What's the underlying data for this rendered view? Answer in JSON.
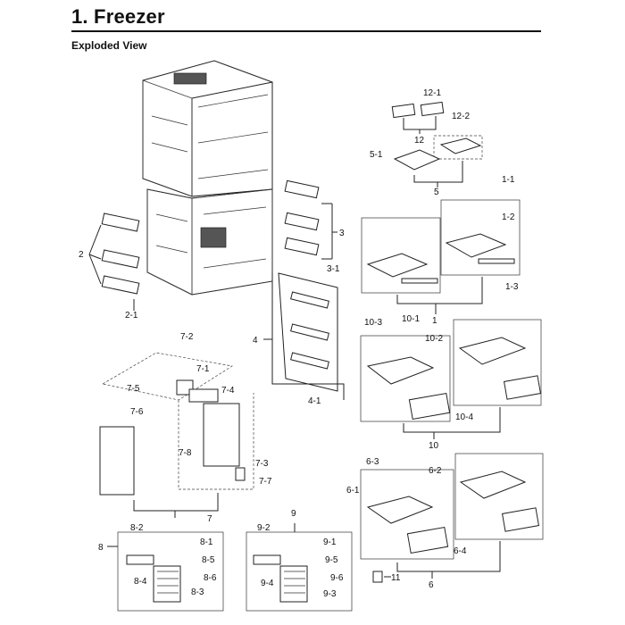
{
  "header": {
    "title": "1. Freezer",
    "subtitle": "Exploded View"
  },
  "callouts": {
    "c1": "1",
    "c1_1": "1-1",
    "c1_2": "1-2",
    "c1_3": "1-3",
    "c2": "2",
    "c2_1": "2-1",
    "c3": "3",
    "c3_1": "3-1",
    "c4": "4",
    "c4_1": "4-1",
    "c5": "5",
    "c5_1": "5-1",
    "c6": "6",
    "c6_1": "6-1",
    "c6_2": "6-2",
    "c6_3": "6-3",
    "c6_4": "6-4",
    "c7": "7",
    "c7_1": "7-1",
    "c7_2": "7-2",
    "c7_3": "7-3",
    "c7_4": "7-4",
    "c7_5": "7-5",
    "c7_6": "7-6",
    "c7_7": "7-7",
    "c7_8": "7-8",
    "c8": "8",
    "c8_1": "8-1",
    "c8_2": "8-2",
    "c8_3": "8-3",
    "c8_4": "8-4",
    "c8_5": "8-5",
    "c8_6": "8-6",
    "c9": "9",
    "c9_1": "9-1",
    "c9_2": "9-2",
    "c9_3": "9-3",
    "c9_4": "9-4",
    "c9_5": "9-5",
    "c9_6": "9-6",
    "c10": "10",
    "c10_1": "10-1",
    "c10_2": "10-2",
    "c10_3": "10-3",
    "c10_4": "10-4",
    "c11": "11",
    "c12": "12",
    "c12_1": "12-1",
    "c12_2": "12-2"
  }
}
